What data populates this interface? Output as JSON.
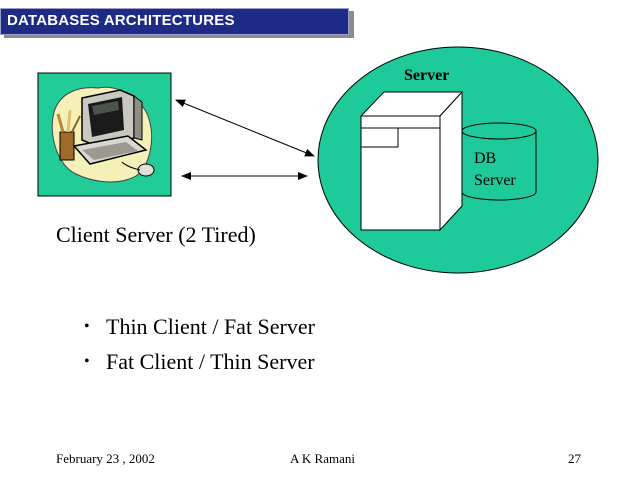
{
  "header": {
    "title": "DATABASES ARCHITECTURES"
  },
  "diagram": {
    "server_label": "Server",
    "db_label_line1": "DB",
    "db_label_line2": "Server",
    "colors": {
      "server_circle": "#1ec99a",
      "client_box": "#22cc99",
      "header_bar": "#1e2b86"
    }
  },
  "content": {
    "subtitle": "Client Server (2 Tired)",
    "bullets": [
      "Thin Client / Fat Server",
      "Fat Client / Thin Server"
    ]
  },
  "footer": {
    "date": "February 23 , 2002",
    "author": "A K Ramani",
    "page": "27"
  }
}
